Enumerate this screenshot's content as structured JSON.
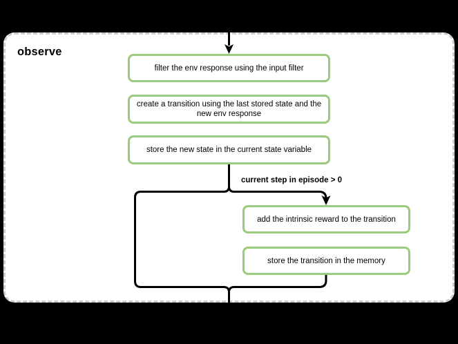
{
  "diagram": {
    "title": "observe",
    "condition_label": "current step in episode > 0",
    "nodes": [
      {
        "id": "filter-env-response",
        "label": "filter the env response using the input filter"
      },
      {
        "id": "create-transition",
        "label": "create a transition using the last stored state and the new env response"
      },
      {
        "id": "store-new-state",
        "label": "store the new state in the current state variable"
      },
      {
        "id": "add-intrinsic-reward",
        "label": "add the intrinsic reward to the transition"
      },
      {
        "id": "store-transition",
        "label": "store the transition in the memory"
      }
    ],
    "edges": [
      {
        "from": "entry",
        "to": "filter-env-response",
        "type": "arrow"
      },
      {
        "from": "store-new-state",
        "to": "add-intrinsic-reward",
        "type": "arrow",
        "condition": "current step in episode > 0"
      },
      {
        "from": "store-new-state",
        "to": "exit",
        "type": "skip-branch"
      },
      {
        "from": "store-transition",
        "to": "exit",
        "type": "merge"
      }
    ],
    "colors": {
      "node_border": "#9aca7c",
      "node_fill": "#ffffff",
      "container_fill": "#ffffff",
      "container_border": "#cccccc",
      "connector": "#000000",
      "page_background": "#000000"
    }
  }
}
